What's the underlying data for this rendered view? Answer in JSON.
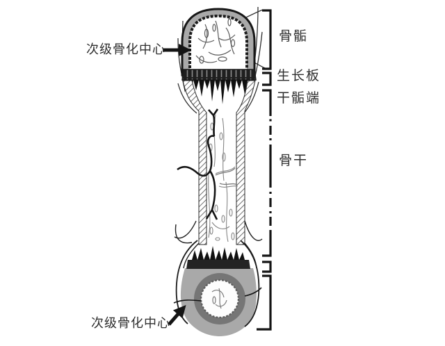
{
  "diagram": {
    "labels": {
      "secondary_ossification_center_top": "次级骨化中心",
      "epiphysis": "骨骺",
      "growth_plate": "生长板",
      "metaphysis": "干骺端",
      "diaphysis": "骨干",
      "secondary_ossification_center_bottom": "次级骨化中心"
    },
    "colors": {
      "background": "#ffffff",
      "ink": "#141414",
      "cartilage_gray": "#a9a9a9",
      "ossification_ring_gray": "#767676",
      "growth_plate_band": "#242424",
      "label_text": "#2e2e2e"
    }
  }
}
